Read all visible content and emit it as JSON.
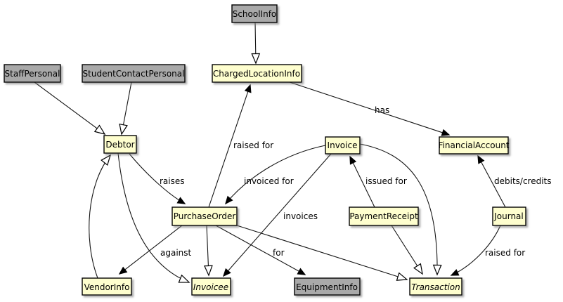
{
  "diagram": {
    "kind": "uml-class-diagram",
    "colors": {
      "primary_node_fill": "#FEFECE",
      "secondary_node_fill": "#A9A9A9",
      "node_border": "#000000",
      "edge": "#000000",
      "background": "#FFFFFF"
    }
  },
  "nodes": {
    "school_info": {
      "label": "SchoolInfo"
    },
    "staff_personal": {
      "label": "StaffPersonal"
    },
    "student_contact_personal": {
      "label": "StudentContactPersonal"
    },
    "charged_location_info": {
      "label": "ChargedLocationInfo"
    },
    "debtor": {
      "label": "Debtor"
    },
    "invoice": {
      "label": "Invoice"
    },
    "financial_account": {
      "label": "FinancialAccount"
    },
    "purchase_order": {
      "label": "PurchaseOrder"
    },
    "payment_receipt": {
      "label": "PaymentReceipt"
    },
    "journal": {
      "label": "Journal"
    },
    "vendor_info": {
      "label": "VendorInfo"
    },
    "invoicee": {
      "label": "Invoicee"
    },
    "equipment_info": {
      "label": "EquipmentInfo"
    },
    "transaction": {
      "label": "Transaction"
    }
  },
  "edges": {
    "school_info_extends_charged_location_info": {
      "from": "SchoolInfo",
      "to": "ChargedLocationInfo",
      "type": "generalization",
      "label": ""
    },
    "staff_personal_extends_debtor": {
      "from": "StaffPersonal",
      "to": "Debtor",
      "type": "generalization",
      "label": ""
    },
    "student_contact_personal_extends_debtor": {
      "from": "StudentContactPersonal",
      "to": "Debtor",
      "type": "generalization",
      "label": ""
    },
    "vendor_info_extends_debtor": {
      "from": "VendorInfo",
      "to": "Debtor",
      "type": "generalization",
      "label": ""
    },
    "debtor_extends_invoicee": {
      "from": "Debtor",
      "to": "Invoicee",
      "type": "generalization",
      "label": ""
    },
    "purchase_order_extends_invoicee": {
      "from": "PurchaseOrder",
      "to": "Invoicee",
      "type": "generalization",
      "label": ""
    },
    "purchase_order_extends_transaction": {
      "from": "PurchaseOrder",
      "to": "Transaction",
      "type": "generalization",
      "label": ""
    },
    "payment_receipt_extends_transaction": {
      "from": "PaymentReceipt",
      "to": "Transaction",
      "type": "generalization",
      "label": ""
    },
    "invoice_extends_transaction": {
      "from": "Invoice",
      "to": "Transaction",
      "type": "generalization",
      "label": ""
    },
    "charged_location_has_financial_account": {
      "from": "ChargedLocationInfo",
      "to": "FinancialAccount",
      "type": "association",
      "label": "has"
    },
    "purchase_order_raised_for_charged_location": {
      "from": "PurchaseOrder",
      "to": "ChargedLocationInfo",
      "type": "association",
      "label": "raised for"
    },
    "debtor_raises_purchase_order": {
      "from": "Debtor",
      "to": "PurchaseOrder",
      "type": "association",
      "label": "raises"
    },
    "invoice_invoiced_for_purchase_order": {
      "from": "Invoice",
      "to": "PurchaseOrder",
      "type": "association",
      "label": "invoiced for"
    },
    "payment_receipt_issued_for_invoice": {
      "from": "PaymentReceipt",
      "to": "Invoice",
      "type": "association",
      "label": "issued for"
    },
    "journal_debits_credits_financial_account": {
      "from": "Journal",
      "to": "FinancialAccount",
      "type": "association",
      "label": "debits/credits"
    },
    "invoice_invoices_invoicee": {
      "from": "Invoice",
      "to": "Invoicee",
      "type": "association",
      "label": "invoices"
    },
    "purchase_order_against_vendor_info": {
      "from": "PurchaseOrder",
      "to": "VendorInfo",
      "type": "association",
      "label": "against"
    },
    "purchase_order_for_equipment_info": {
      "from": "PurchaseOrder",
      "to": "EquipmentInfo",
      "type": "association",
      "label": "for"
    },
    "journal_raised_for_transaction": {
      "from": "Journal",
      "to": "Transaction",
      "type": "association",
      "label": "raised for"
    }
  }
}
